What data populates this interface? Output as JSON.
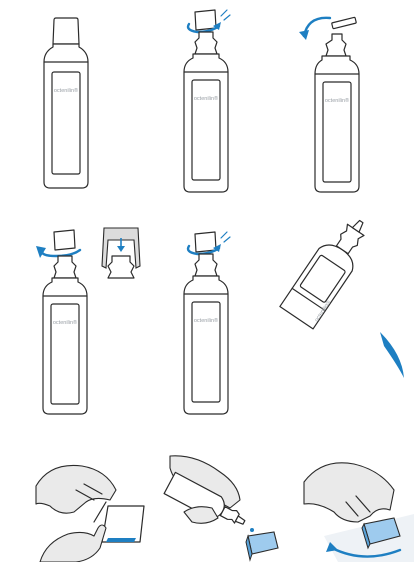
{
  "bottle": {
    "brand_label": "octenilin®"
  },
  "steps": [
    {
      "id": "step-1",
      "icon": "closed-bottle"
    },
    {
      "id": "step-2",
      "icon": "twist-cap-open"
    },
    {
      "id": "step-3",
      "icon": "remove-cap"
    },
    {
      "id": "step-4",
      "icon": "replace-cap-pierce-seal"
    },
    {
      "id": "step-5",
      "icon": "twist-cap-open"
    },
    {
      "id": "step-6",
      "icon": "pour-solution"
    },
    {
      "id": "step-7",
      "icon": "wet-compress-with-gloves"
    },
    {
      "id": "step-8",
      "icon": "drip-on-sponge"
    },
    {
      "id": "step-9",
      "icon": "wipe-surface"
    }
  ],
  "colors": {
    "accent": "#1e7fc2",
    "outline": "#2b2b2b",
    "glove": "#eaeaea"
  }
}
